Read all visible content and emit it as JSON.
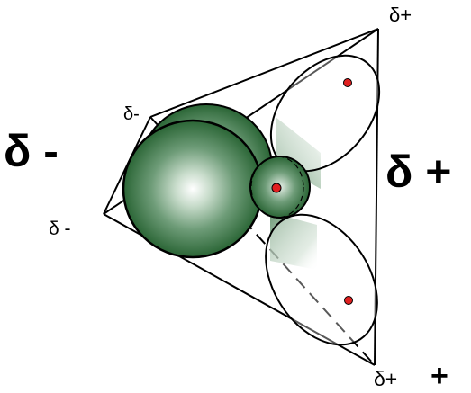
{
  "labels": {
    "big_minus": "δ -",
    "big_plus": "δ +",
    "small_minus_top": "δ-",
    "small_minus_left": "δ -",
    "small_plus_top": "δ+",
    "small_plus_bottom": "δ+",
    "bold_plus": "+"
  },
  "colors": {
    "lobe_dark": "#2f6b3a",
    "lobe_mid": "#6e9c78",
    "lobe_light": "#ffffff",
    "nucleus": "#e02020",
    "outline": "#000000"
  }
}
